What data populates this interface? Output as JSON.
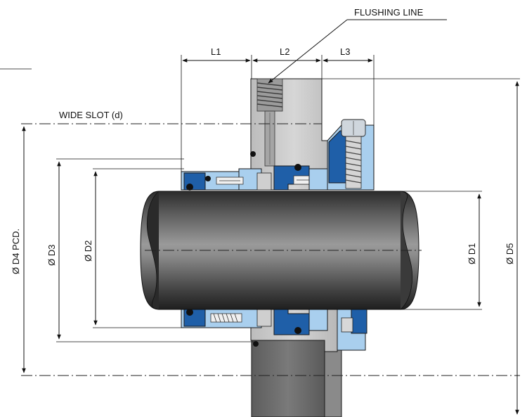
{
  "labels": {
    "flushing_line": "FLUSHING LINE",
    "wide_slot": "WIDE SLOT (d)",
    "l1": "L1",
    "l2": "L2",
    "l3": "L3",
    "d1": "Ø D1",
    "d2": "Ø D2",
    "d3": "Ø D3",
    "d4": "Ø D4 PCD.",
    "d5": "Ø D5"
  },
  "colors": {
    "blue": "#1f5fa8",
    "light_blue": "#a9cfee",
    "gland_grey": "#c7c7c7",
    "dark_grey": "#6f6f6f",
    "shaft_dark": "#3a3a3a",
    "shaft_light": "#8c8c8c"
  }
}
